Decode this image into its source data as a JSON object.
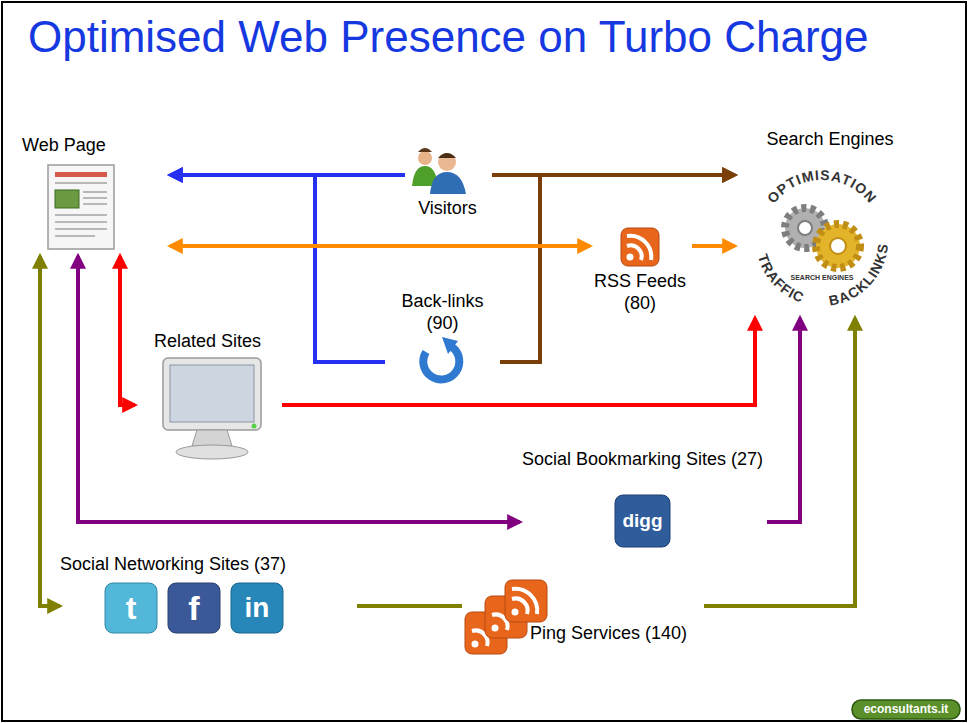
{
  "diagram": {
    "title": "Optimised Web Presence on Turbo Charge",
    "nodes": [
      {
        "text": [
          "Web Page"
        ]
      },
      {
        "text": [
          "Visitors"
        ]
      },
      {
        "text": [
          "Search Engines"
        ]
      },
      {
        "text": [
          "RSS Feeds (80)"
        ]
      },
      {
        "text": [
          "Back-links (90)"
        ]
      },
      {
        "text": [
          "Related Sites"
        ]
      },
      {
        "text": [
          "Social Bookmarking Sites (27)"
        ]
      },
      {
        "text": [
          "Social Networking Sites (37)"
        ]
      },
      {
        "text": [
          "Ping Services (140)"
        ]
      }
    ],
    "edges": [
      {
        "from": 1,
        "to": 0,
        "arrow": "to"
      },
      {
        "from": 4,
        "to": 0,
        "arrow": "to"
      },
      {
        "from": 1,
        "to": 2,
        "arrow": "to"
      },
      {
        "from": 4,
        "to": 2,
        "arrow": "to"
      },
      {
        "from": 0,
        "to": 3,
        "arrow": "both"
      },
      {
        "from": 3,
        "to": 2,
        "arrow": "to"
      },
      {
        "from": 0,
        "to": 5,
        "arrow": "both"
      },
      {
        "from": 5,
        "to": 2,
        "arrow": "to"
      },
      {
        "from": 0,
        "to": 6,
        "arrow": "both"
      },
      {
        "from": 6,
        "to": 2,
        "arrow": "to"
      },
      {
        "from": 0,
        "to": 7,
        "arrow": "both"
      },
      {
        "from": 7,
        "to": 8,
        "arrow": "none"
      },
      {
        "from": 8,
        "to": 2,
        "arrow": "to"
      }
    ],
    "labels": [
      "OPTIMISATION",
      "TRAFFIC",
      "BACKLINKS",
      "SEARCH ENGINES",
      "digg",
      "t",
      "f",
      "in",
      "econsultants.it"
    ]
  }
}
